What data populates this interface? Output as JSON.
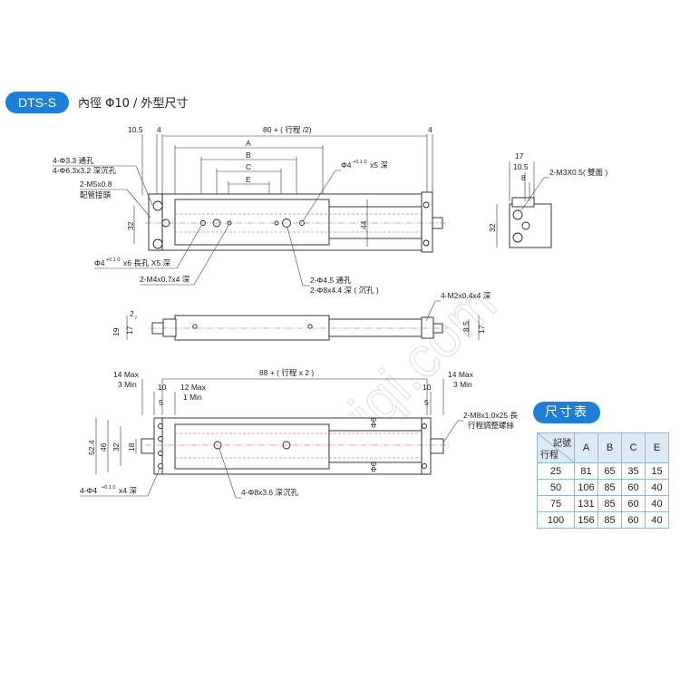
{
  "header": {
    "model_badge": "DTS-S",
    "subtitle": "內徑 Φ10 / 外型尺寸"
  },
  "colors": {
    "accent": "#1e7fd8",
    "centerline": "#d6455a",
    "table_header_bg": "#dce9f7",
    "table_border": "#8fb5dc"
  },
  "top_view": {
    "dims": {
      "d10_5": "10.5",
      "d4_left": "4",
      "d80": "80 + ( 行程 /2)",
      "d4_right": "4",
      "A": "A",
      "B": "B",
      "C": "C",
      "E": "E",
      "d32": "32",
      "d44": "44"
    },
    "callouts": {
      "thru_hole": "4-Φ3.3 通孔",
      "counterbore": "4-Φ6.3x3.2 深沉孔",
      "port": "2-M5x0.8",
      "port_note": "配管接頭",
      "pin_hole": "Φ4",
      "pin_hole_tol": "+0.1 0",
      "pin_hole_depth": "x5 深",
      "slot_hole": "Φ4",
      "slot_hole_tol": "+0.1 0",
      "slot_hole_depth": "x6 長孔 X5 深",
      "tap": "2-M4x0.7x4 深",
      "hole45": "2-Φ4.5 通孔",
      "hole8": "2-Φ8x4.4 深 ( 沉孔 )"
    }
  },
  "side_view_right": {
    "dims": {
      "d17": "17",
      "d10_5": "10.5",
      "d8": "8",
      "d32": "32"
    },
    "callout": "2-M3X0.5( 雙面 )"
  },
  "front_view": {
    "dims": {
      "d2": "2",
      "d19": "19",
      "d17": "17",
      "d8_5": "8.5",
      "d17_right": "17"
    },
    "callout": "4-M2x0.4x4 深"
  },
  "bottom_view": {
    "dims": {
      "max_left": "14 Max",
      "min_left": "3 Min",
      "d88": "88 + ( 行程 x 2 )",
      "max_right": "14 Max",
      "min_right": "3 Min",
      "d10": "10",
      "d12max": "12 Max",
      "d1min": "1 Min",
      "d5": "5",
      "d10_right": "10",
      "d5_right": "5",
      "d52_4": "52.4",
      "d46": "46",
      "d32": "32",
      "d18": "18",
      "phi6_top": "Φ6",
      "phi6_bottom": "Φ6"
    },
    "callouts": {
      "adjust_screw": "2-M8x1.0x25 長",
      "adjust_note": "行程調整螺絲",
      "pin": "4-Φ4",
      "pin_tol": "+0.1 0",
      "pin_depth": "x4 深",
      "cbore": "4-Φ8x3.6 深沉孔"
    }
  },
  "watermark": "uyiqi.com",
  "dimension_table": {
    "title": "尺寸表",
    "corner_top": "記號",
    "corner_bottom": "行程",
    "columns": [
      "A",
      "B",
      "C",
      "E"
    ],
    "rows": [
      {
        "stroke": "25",
        "values": [
          "81",
          "65",
          "35",
          "15"
        ]
      },
      {
        "stroke": "50",
        "values": [
          "106",
          "85",
          "60",
          "40"
        ]
      },
      {
        "stroke": "75",
        "values": [
          "131",
          "85",
          "60",
          "40"
        ]
      },
      {
        "stroke": "100",
        "values": [
          "156",
          "85",
          "60",
          "40"
        ]
      }
    ]
  }
}
